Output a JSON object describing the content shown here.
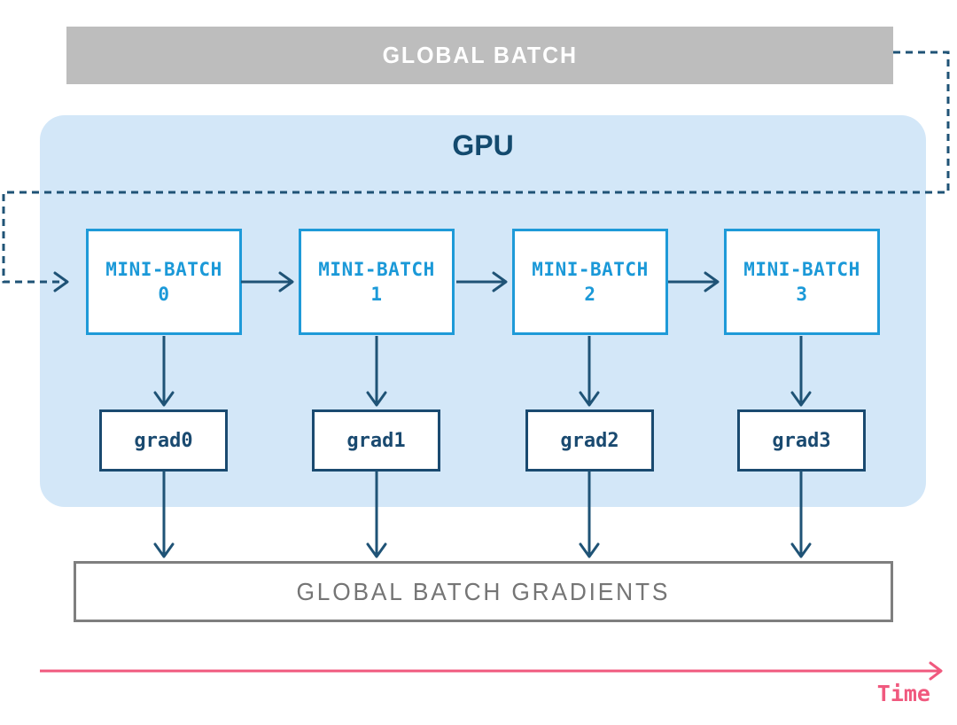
{
  "global_batch": {
    "label": "GLOBAL BATCH"
  },
  "gpu": {
    "label": "GPU",
    "mini_batches": [
      {
        "label": "MINI-BATCH",
        "number": "0"
      },
      {
        "label": "MINI-BATCH",
        "number": "1"
      },
      {
        "label": "MINI-BATCH",
        "number": "2"
      },
      {
        "label": "MINI-BATCH",
        "number": "3"
      }
    ],
    "grads": [
      {
        "label": "grad0"
      },
      {
        "label": "grad1"
      },
      {
        "label": "grad2"
      },
      {
        "label": "grad3"
      }
    ]
  },
  "global_batch_gradients": {
    "label": "GLOBAL BATCH GRADIENTS"
  },
  "time_axis": {
    "label": "Time"
  },
  "colors": {
    "global_batch_fill": "#bdbdbd",
    "gpu_fill": "#d3e7f8",
    "mini_batch_blue": "#1e9ad8",
    "navy_dark": "#1a4a70",
    "arrow_navy": "#1f5376",
    "gradients_gray": "#7f7f7f",
    "time_pink": "#f0597e"
  }
}
